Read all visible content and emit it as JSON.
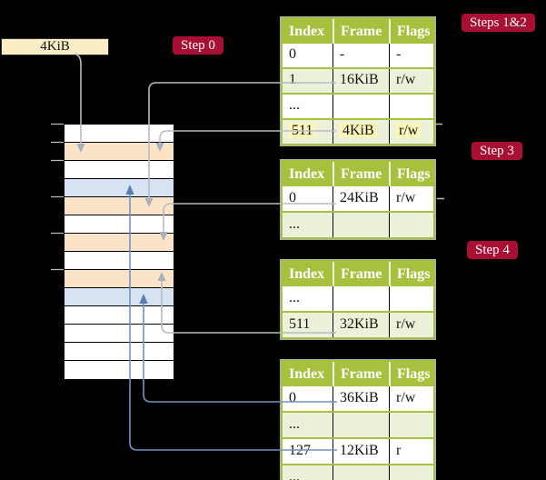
{
  "frame_box": {
    "label": "4KiB"
  },
  "badges": [
    {
      "label": "Step 0"
    },
    {
      "label": "Steps 1&2"
    },
    {
      "label": "Step 3"
    },
    {
      "label": "Step 4"
    }
  ],
  "memory": {
    "description": "physical memory column of 4KiB frames, top frame = 0KiB",
    "rows": [
      "white",
      "orange",
      "white",
      "blue",
      "orange",
      "white",
      "orange",
      "white",
      "orange",
      "blue",
      "white",
      "white",
      "white",
      "white"
    ]
  },
  "tables": [
    {
      "headers": [
        "Index",
        "Frame",
        "Flags"
      ],
      "rows": [
        {
          "cells": [
            "0",
            "-",
            "-"
          ]
        },
        {
          "cells": [
            "1",
            "16KiB",
            "r/w"
          ]
        },
        {
          "cells": [
            "...",
            "",
            ""
          ]
        },
        {
          "cells": [
            "511",
            "4KiB",
            "r/w"
          ],
          "highlighted": true
        }
      ]
    },
    {
      "headers": [
        "Index",
        "Frame",
        "Flags"
      ],
      "rows": [
        {
          "cells": [
            "0",
            "24KiB",
            "r/w"
          ]
        },
        {
          "cells": [
            "...",
            "",
            ""
          ]
        }
      ]
    },
    {
      "headers": [
        "Index",
        "Frame",
        "Flags"
      ],
      "rows": [
        {
          "cells": [
            "...",
            "",
            ""
          ]
        },
        {
          "cells": [
            "511",
            "32KiB",
            "r/w"
          ]
        }
      ]
    },
    {
      "headers": [
        "Index",
        "Frame",
        "Flags"
      ],
      "rows": [
        {
          "cells": [
            "0",
            "36KiB",
            "r/w"
          ]
        },
        {
          "cells": [
            "...",
            "",
            ""
          ]
        },
        {
          "cells": [
            "127",
            "12KiB",
            "r"
          ]
        },
        {
          "cells": [
            "...",
            "",
            ""
          ]
        }
      ]
    }
  ],
  "connections": [
    {
      "from": "4KiB label",
      "to": "memory frame 4KiB",
      "color": "gray"
    },
    {
      "from": "table1 entry 1 (16KiB)",
      "to": "memory frame 16KiB",
      "color": "gray"
    },
    {
      "from": "table1 entry 511 (4KiB)",
      "to": "memory frame 4KiB",
      "color": "gray"
    },
    {
      "from": "table2 entry 0 (24KiB)",
      "to": "memory frame 24KiB",
      "color": "gray"
    },
    {
      "from": "table3 entry 511 (32KiB)",
      "to": "memory frame 32KiB",
      "color": "gray"
    },
    {
      "from": "table4 entry 0 (36KiB)",
      "to": "memory frame 36KiB",
      "color": "blue"
    },
    {
      "from": "table4 entry 127 (12KiB)",
      "to": "memory frame 12KiB",
      "color": "blue"
    }
  ],
  "colors": {
    "crimson": "#a90e33",
    "green": "#a6c13d",
    "rowgreen": "#ecf1da",
    "orange": "#fbe3c8",
    "blue": "#d7e3f2",
    "cream": "#fbeec6",
    "highlight": "#fcf7b9",
    "grayline": "#b8bcc2",
    "grayhead": "#a9b2bc",
    "blueline": "#7492c3",
    "bluehead": "#5b7db0"
  }
}
